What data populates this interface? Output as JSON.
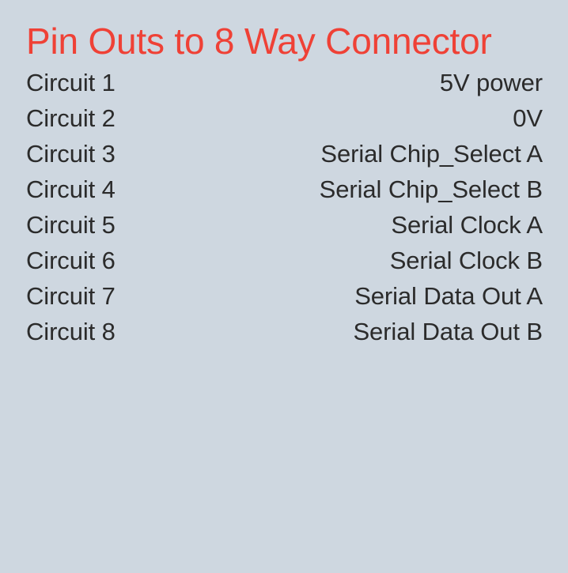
{
  "slide": {
    "background_color": "#ced7e0",
    "title": "Pin Outs to 8 Way Connector",
    "title_color": "#ef4136",
    "body_text_color": "#2b2b2b"
  },
  "pin_outs": {
    "rows": [
      {
        "circuit": "Circuit 1",
        "signal": "5V power"
      },
      {
        "circuit": "Circuit 2",
        "signal": "0V"
      },
      {
        "circuit": "Circuit 3",
        "signal": "Serial Chip_Select A"
      },
      {
        "circuit": "Circuit 4",
        "signal": "Serial Chip_Select B"
      },
      {
        "circuit": "Circuit 5",
        "signal": "Serial Clock A"
      },
      {
        "circuit": "Circuit 6",
        "signal": "Serial Clock B"
      },
      {
        "circuit": "Circuit 7",
        "signal": "Serial Data Out A"
      },
      {
        "circuit": "Circuit 8",
        "signal": "Serial Data Out B"
      }
    ]
  }
}
